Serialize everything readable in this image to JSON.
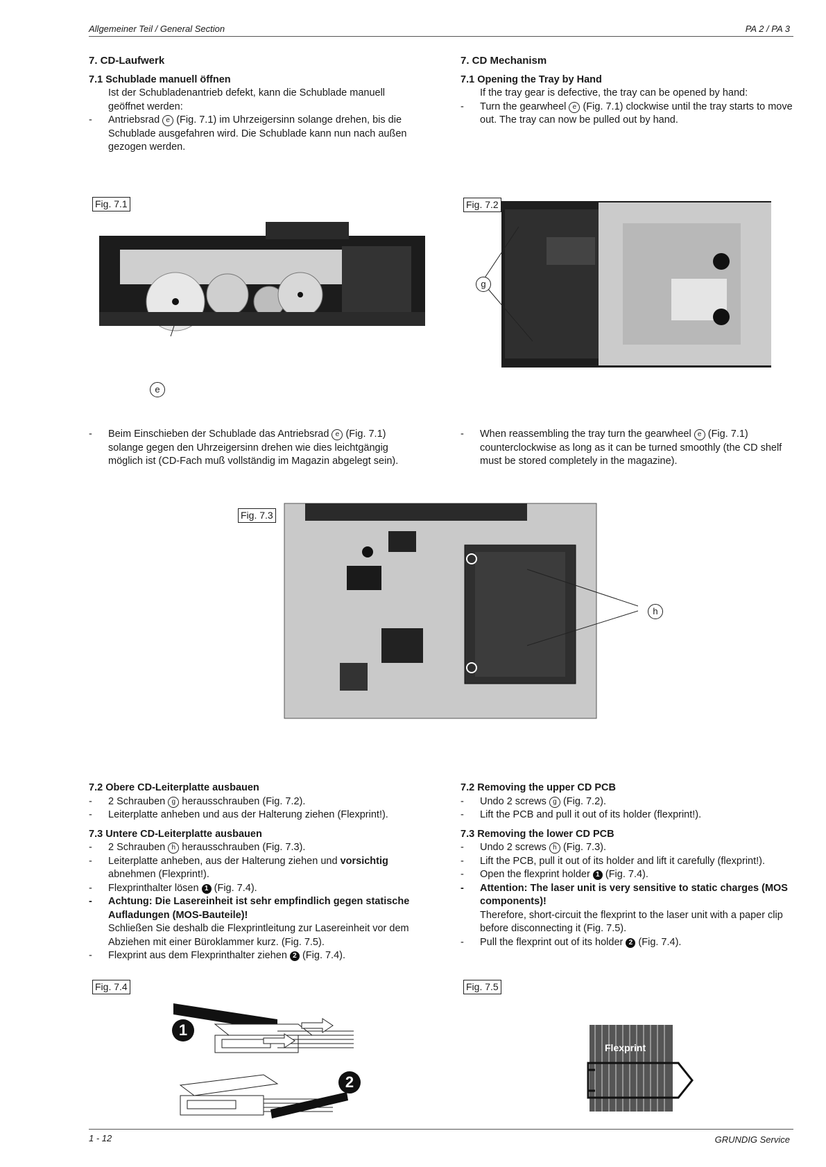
{
  "header": {
    "left": "Allgemeiner Teil / General Section",
    "right": "PA 2 / PA 3"
  },
  "footer": {
    "left": "1 - 12",
    "right": "GRUNDIG Service"
  },
  "de": {
    "h7": "7.   CD-Laufwerk",
    "s71": {
      "num": "7.1",
      "title": "Schublade manuell öffnen",
      "intro": "Ist der Schubladenantrieb defekt, kann die Schublade manuell geöffnet werden:",
      "b1a": "Antriebsrad",
      "b1b": "(Fig. 7.1) im Uhrzeigersinn solange drehen, bis die Schublade ausgefahren wird. Die Schublade kann nun nach außen gezogen werden."
    },
    "reassemble_a": "Beim Einschieben der Schublade das Antriebsrad",
    "reassemble_b": "(Fig. 7.1) solange gegen den Uhrzeigersinn drehen wie dies leichtgängig möglich ist (CD-Fach muß vollständig im Magazin abgelegt sein).",
    "s72": {
      "num": "7.2",
      "title": "Obere CD-Leiterplatte ausbauen",
      "b1a": "2 Schrauben",
      "b1b": "herausschrauben (Fig. 7.2).",
      "b2": "Leiterplatte anheben und aus der Halterung ziehen (Flexprint!)."
    },
    "s73": {
      "num": "7.3",
      "title": "Untere CD-Leiterplatte ausbauen",
      "b1a": "2 Schrauben",
      "b1b": "herausschrauben (Fig. 7.3).",
      "b2a": "Leiterplatte anheben, aus der Halterung ziehen und",
      "b2b": "vorsichtig",
      "b2c": "abnehmen (Flexprint!).",
      "b3a": "Flexprinthalter lösen",
      "b3b": "(Fig. 7.4).",
      "b4": "Achtung: Die Lasereinheit ist sehr empfindlich gegen statische Aufladungen (MOS-Bauteile)!",
      "b4b": "Schließen Sie deshalb die Flexprintleitung zur Lasereinheit vor dem Abziehen mit einer Büroklammer kurz. (Fig. 7.5).",
      "b5a": "Flexprint aus dem Flexprinthalter ziehen",
      "b5b": "(Fig. 7.4)."
    }
  },
  "en": {
    "h7": "7.   CD Mechanism",
    "s71": {
      "num": "7.1",
      "title": "Opening the Tray by Hand",
      "intro": "If the tray gear is defective, the tray can be opened by hand:",
      "b1a": "Turn the gearwheel",
      "b1b": "(Fig. 7.1) clockwise until the tray starts to move out. The tray can now be pulled out by hand."
    },
    "reassemble_a": "When reassembling the tray turn the gearwheel",
    "reassemble_b": "(Fig. 7.1) counterclockwise as long as it can be turned smoothly (the CD shelf must be stored completely in the magazine).",
    "s72": {
      "num": "7.2",
      "title": "Removing the upper CD PCB",
      "b1a": "Undo 2 screws",
      "b1b": "(Fig. 7.2).",
      "b2": "Lift the PCB and pull it out of its holder (flexprint!)."
    },
    "s73": {
      "num": "7.3",
      "title": "Removing the lower CD PCB",
      "b1a": "Undo 2 screws",
      "b1b": "(Fig. 7.3).",
      "b2": "Lift the PCB, pull it out of its holder and lift it carefully (flexprint!).",
      "b3a": "Open the flexprint holder",
      "b3b": "(Fig. 7.4).",
      "b4": "Attention: The laser unit is very sensitive to static charges (MOS components)!",
      "b4b": "Therefore, short-circuit the flexprint to the laser unit with a paper clip before disconnecting it (Fig. 7.5).",
      "b5a": "Pull the flexprint out of its holder",
      "b5b": "(Fig. 7.4)."
    }
  },
  "marks": {
    "e": "e",
    "g": "g",
    "h": "h",
    "one": "1",
    "two": "2"
  },
  "figs": {
    "f71": "Fig. 7.1",
    "f72": "Fig. 7.2",
    "f73": "Fig. 7.3",
    "f74": "Fig. 7.4",
    "f75": "Fig. 7.5",
    "flexprint": "Flexprint"
  }
}
